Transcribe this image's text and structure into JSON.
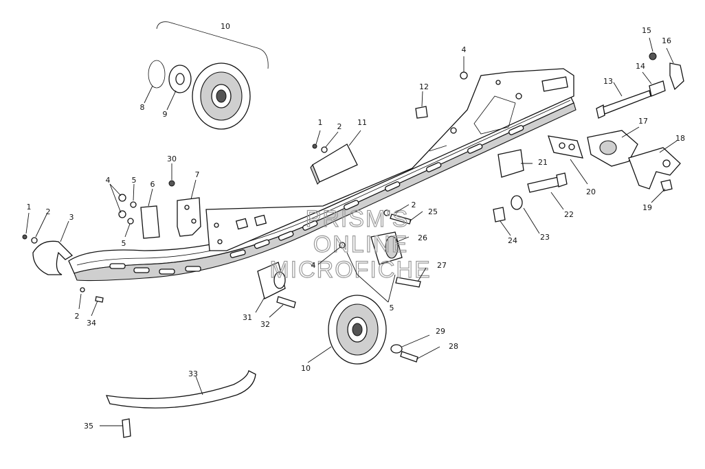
{
  "watermark": [
    "PRISM'S",
    "ONLINE",
    "MICROFICHE"
  ],
  "callouts": {
    "c1a": "1",
    "c1b": "1",
    "c2a": "2",
    "c2b": "2",
    "c2c": "2",
    "c2d": "2",
    "c3": "3",
    "c4a": "4",
    "c4b": "4",
    "c4c": "4",
    "c5a": "5",
    "c5b": "5",
    "c5c": "5",
    "c6": "6",
    "c7": "7",
    "c8": "8",
    "c9": "9",
    "c10a": "10",
    "c10b": "10",
    "c11": "11",
    "c12": "12",
    "c13": "13",
    "c14": "14",
    "c15": "15",
    "c16": "16",
    "c17": "17",
    "c18": "18",
    "c19": "19",
    "c20": "20",
    "c21": "21",
    "c22": "22",
    "c23": "23",
    "c24": "24",
    "c25": "25",
    "c26": "26",
    "c27": "27",
    "c28": "28",
    "c29": "29",
    "c30": "30",
    "c31": "31",
    "c32": "32",
    "c33": "33",
    "c34": "34",
    "c35": "35"
  }
}
